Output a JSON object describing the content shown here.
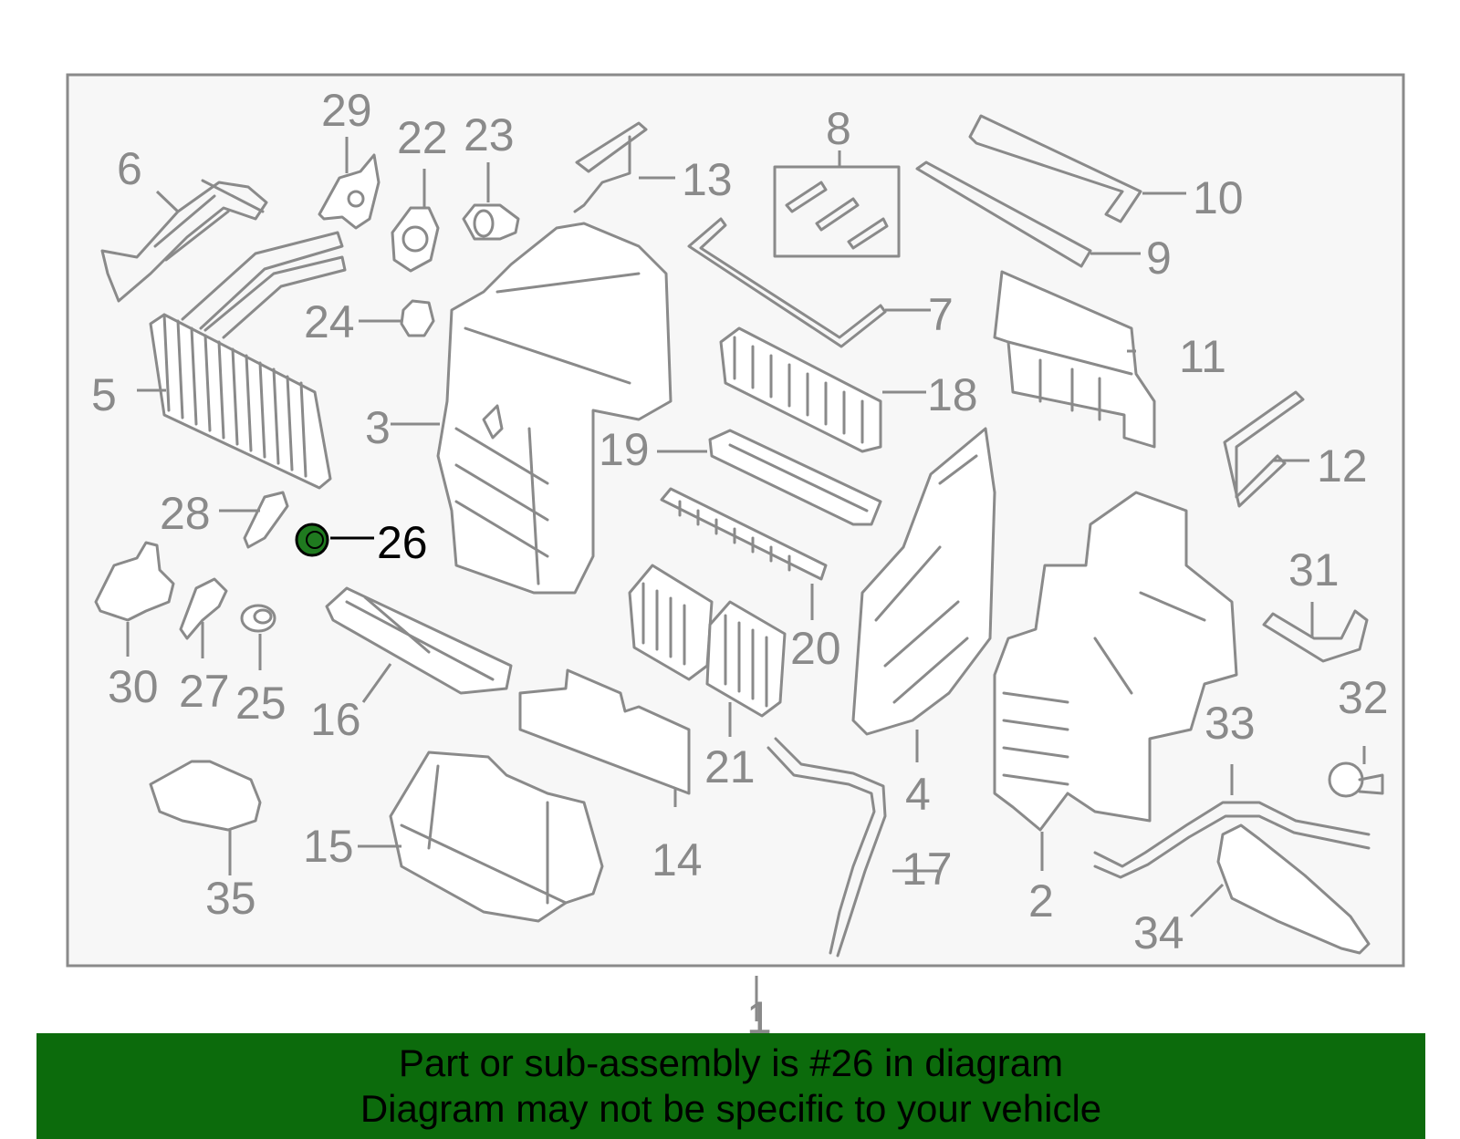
{
  "callouts": {
    "c1": "1",
    "c2": "2",
    "c3": "3",
    "c4": "4",
    "c5": "5",
    "c6": "6",
    "c7": "7",
    "c8": "8",
    "c9": "9",
    "c10": "10",
    "c11": "11",
    "c12": "12",
    "c13": "13",
    "c14": "14",
    "c15": "15",
    "c16": "16",
    "c17": "17",
    "c18": "18",
    "c19": "19",
    "c20": "20",
    "c21": "21",
    "c22": "22",
    "c23": "23",
    "c24": "24",
    "c25": "25",
    "c26": "26",
    "c27": "27",
    "c28": "28",
    "c29": "29",
    "c30": "30",
    "c31": "31",
    "c32": "32",
    "c33": "33",
    "c34": "34",
    "c35": "35"
  },
  "highlighted_part": "26",
  "colors": {
    "line": "#8a8a8a",
    "highlight_text": "#000000",
    "highlight_part": "#1f7a1f",
    "banner": "#0c6b0c",
    "panel_bg": "#f7f7f7"
  },
  "banner": {
    "line1": "Part or sub-assembly is #26 in diagram",
    "line2": "Diagram may not be specific to your vehicle"
  }
}
